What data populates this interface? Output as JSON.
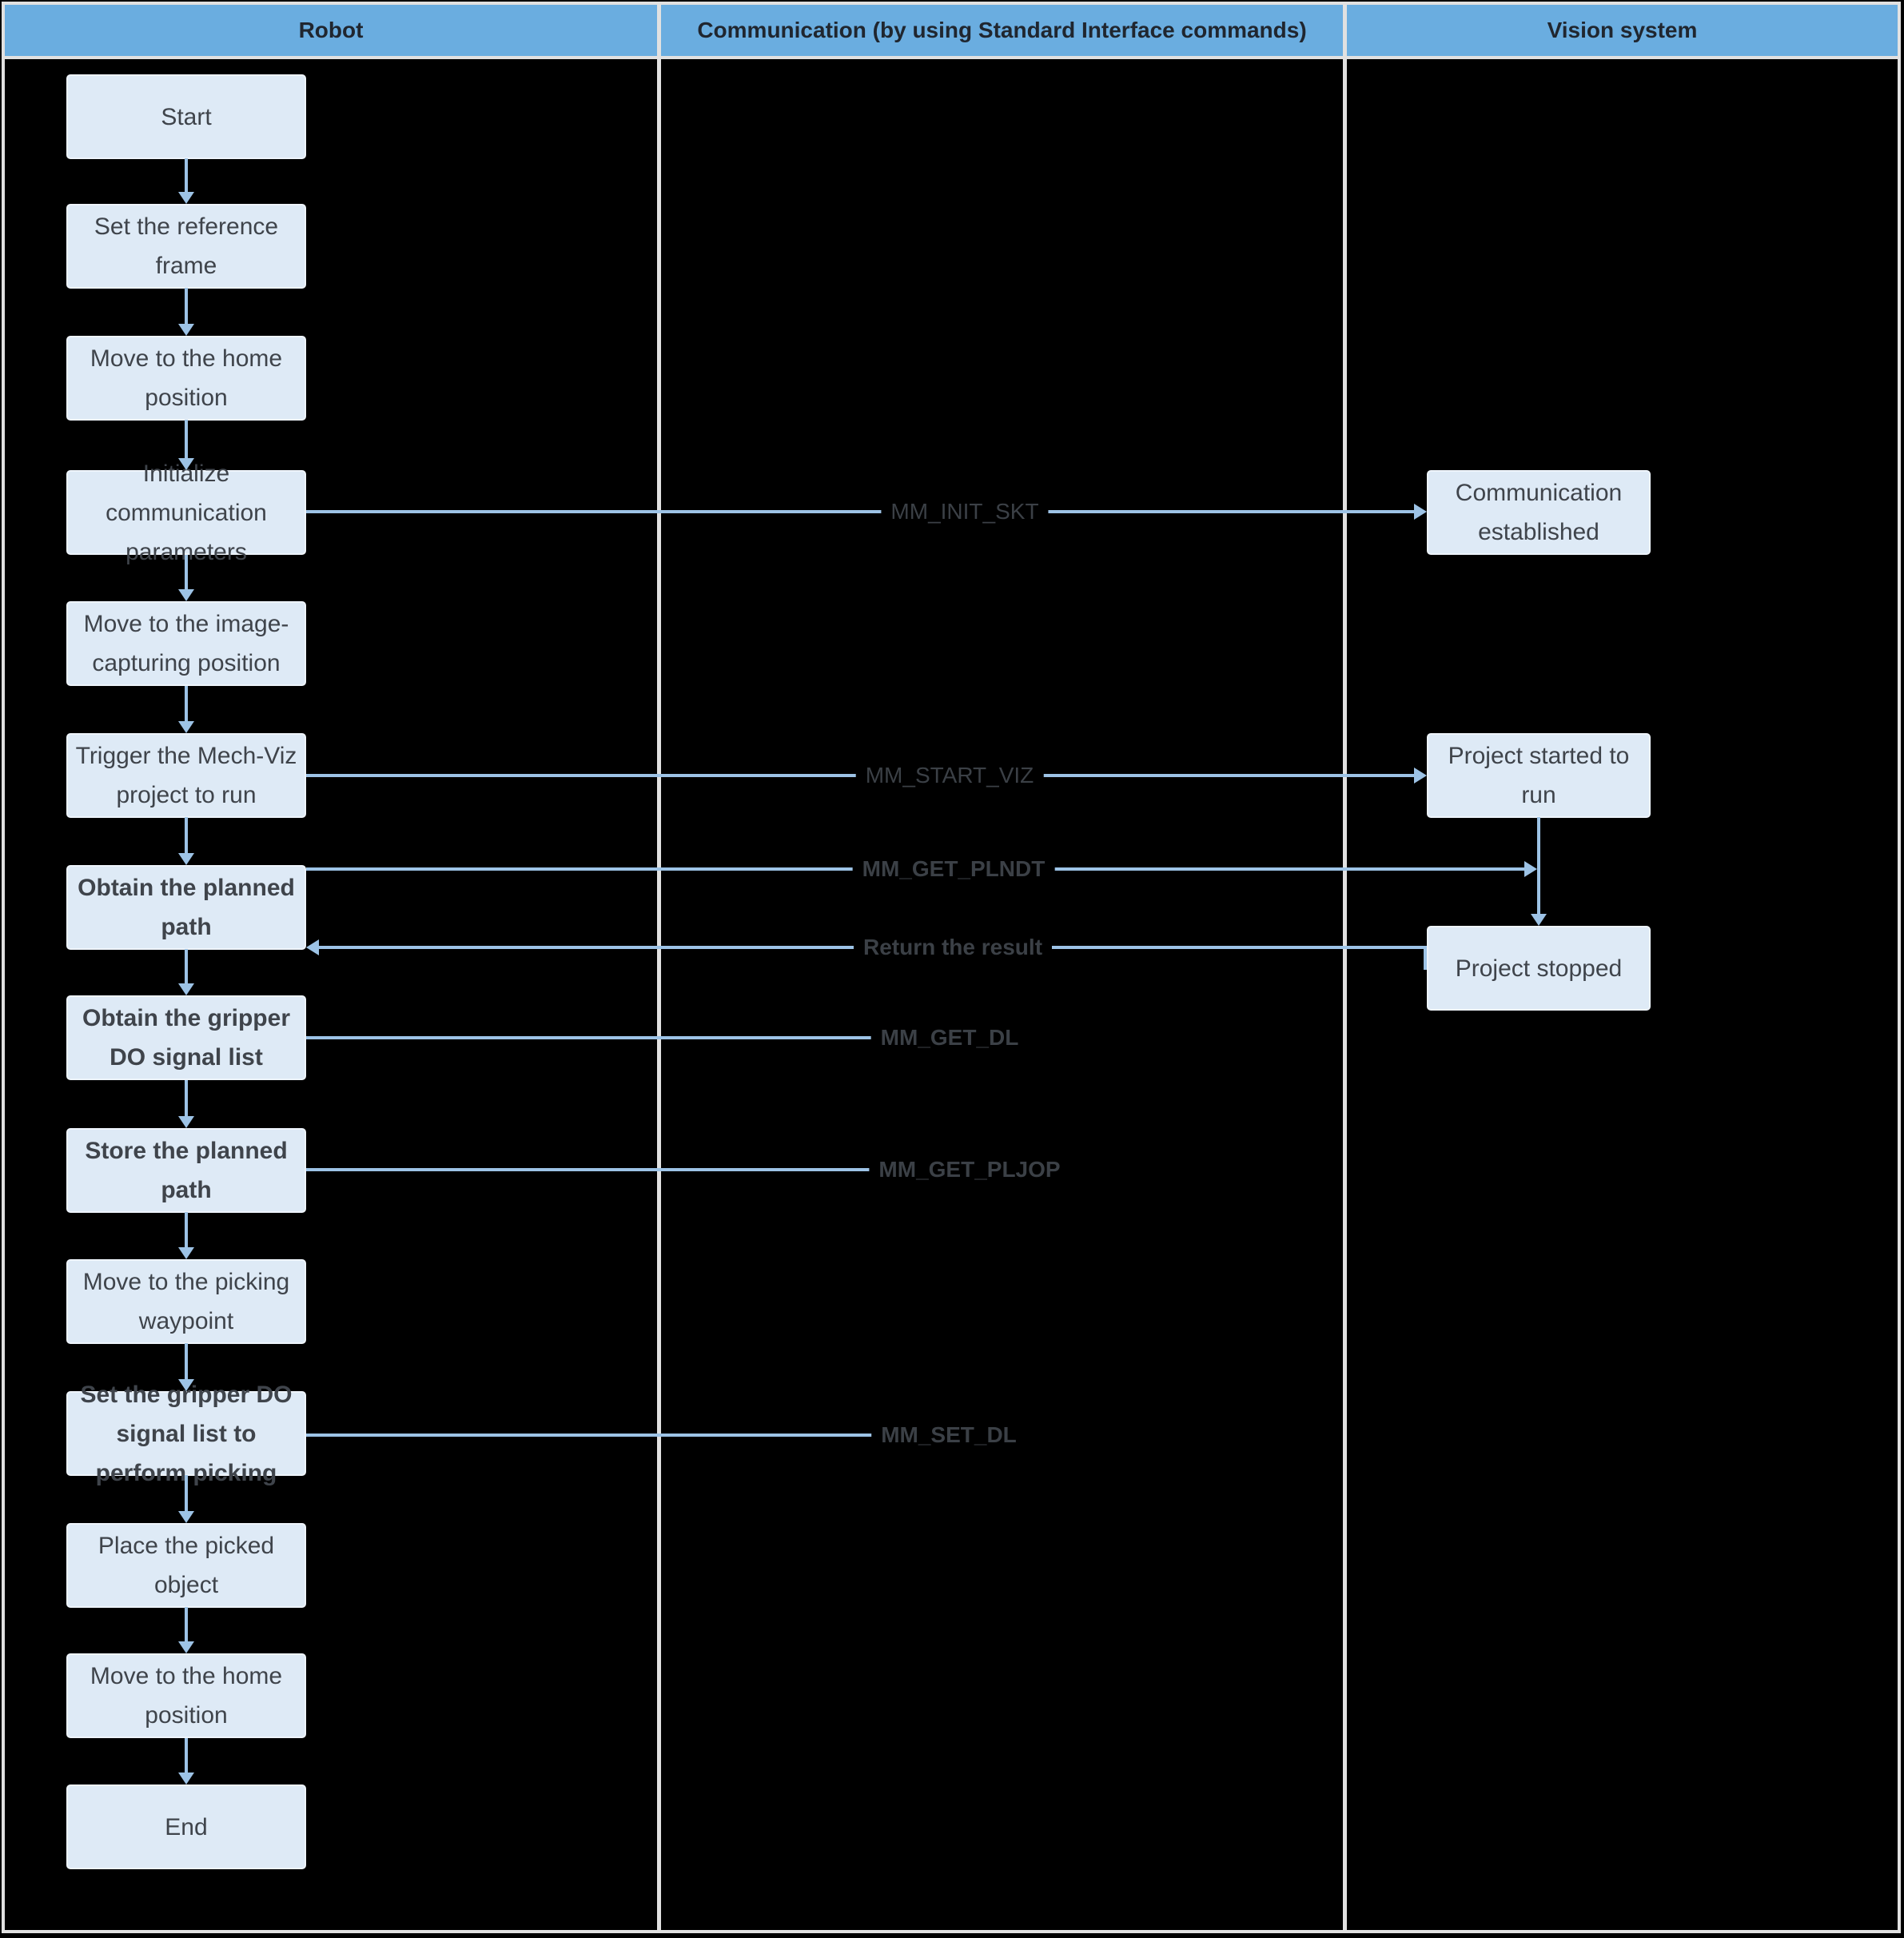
{
  "header": {
    "columns": [
      {
        "label": "Robot"
      },
      {
        "label": "Communication (by using Standard Interface commands)"
      },
      {
        "label": "Vision system"
      }
    ]
  },
  "robot_steps": [
    {
      "label": "Start",
      "bold": false
    },
    {
      "label": "Set the reference frame",
      "bold": false
    },
    {
      "label": "Move to the home position",
      "bold": false
    },
    {
      "label": "Initialize communication parameters",
      "bold": false
    },
    {
      "label": "Move to the image-capturing position",
      "bold": false
    },
    {
      "label": "Trigger the Mech-Viz project to run",
      "bold": false
    },
    {
      "label": "Obtain the planned path",
      "bold": true
    },
    {
      "label": "Obtain the gripper DO signal list",
      "bold": true
    },
    {
      "label": "Store the planned path",
      "bold": true
    },
    {
      "label": "Move to the picking waypoint",
      "bold": false
    },
    {
      "label": "Set the gripper DO signal list to perform picking",
      "bold": true
    },
    {
      "label": "Place the picked object",
      "bold": false
    },
    {
      "label": "Move to the home position",
      "bold": false
    },
    {
      "label": "End",
      "bold": false
    }
  ],
  "vision_events": [
    {
      "label": "Communication established"
    },
    {
      "label": "Project started to run"
    },
    {
      "label": "Project stopped"
    }
  ],
  "commands": [
    {
      "label": "MM_INIT_SKT",
      "bold": false
    },
    {
      "label": "MM_START_VIZ",
      "bold": false
    },
    {
      "label": "MM_GET_PLNDT",
      "bold": true
    },
    {
      "label": "Return the result",
      "bold": true
    },
    {
      "label": "MM_GET_DL",
      "bold": true
    },
    {
      "label": "MM_GET_PLJOP",
      "bold": true
    },
    {
      "label": "MM_SET_DL",
      "bold": true
    }
  ],
  "colors": {
    "background": "#000000",
    "header_bg": "#6aade0",
    "header_text": "#20262f",
    "box_bg": "#deeaf6",
    "box_text": "#3f444b",
    "connector": "#9dc3e6",
    "grid": "#e1e1e1"
  }
}
